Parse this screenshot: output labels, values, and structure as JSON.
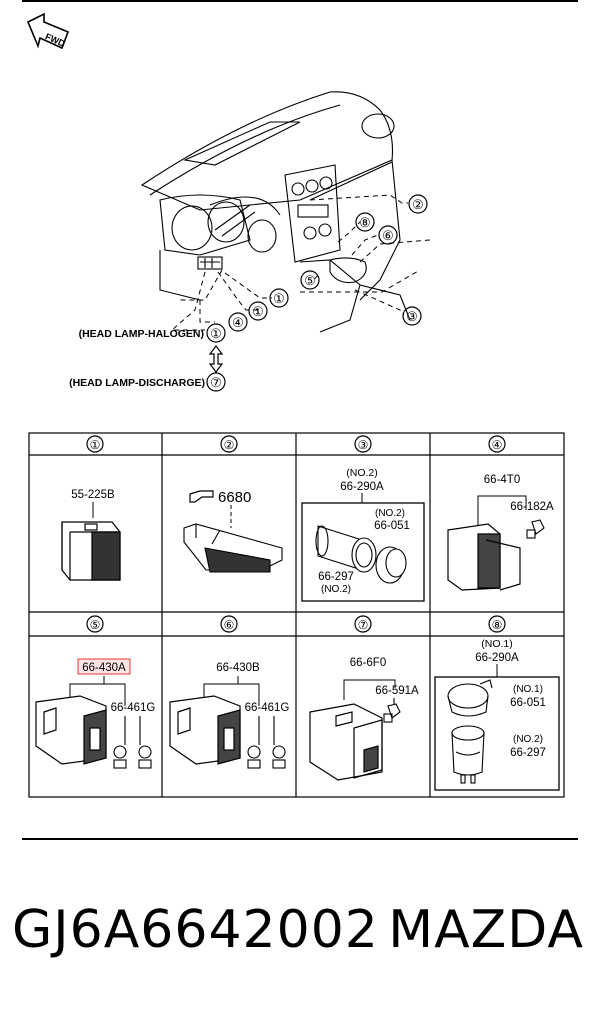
{
  "fwd_label": "FWD",
  "overview": {
    "callouts": [
      "①",
      "②",
      "③",
      "④",
      "⑤",
      "⑥",
      "⑦",
      "⑧"
    ],
    "head_lamp_halogen": "(HEAD LAMP-HALOGEN)",
    "head_lamp_discharge": "(HEAD LAMP-DISCHARGE)"
  },
  "parts_grid": {
    "cells": [
      {
        "num": "①",
        "parts": [
          "55-225B"
        ]
      },
      {
        "num": "②",
        "ref": "6680"
      },
      {
        "num": "③",
        "parts": [
          "(NO.2)",
          "66-290A",
          "(NO.2)",
          "66-051",
          "66-297",
          "(NO.2)"
        ]
      },
      {
        "num": "④",
        "parts": [
          "66-4T0",
          "66-182A"
        ]
      },
      {
        "num": "⑤",
        "parts": [
          "66-430A",
          "66-461G"
        ]
      },
      {
        "num": "⑥",
        "parts": [
          "66-430B",
          "66-461G"
        ]
      },
      {
        "num": "⑦",
        "parts": [
          "66-6F0",
          "66-591A"
        ]
      },
      {
        "num": "⑧",
        "parts": [
          "(NO.1)",
          "66-290A",
          "(NO.1)",
          "66-051",
          "(NO.2)",
          "66-297"
        ]
      }
    ]
  },
  "highlight_color": "#e53935",
  "footer": {
    "part_code": "GJ6A6642002",
    "brand": "MAZDA"
  }
}
